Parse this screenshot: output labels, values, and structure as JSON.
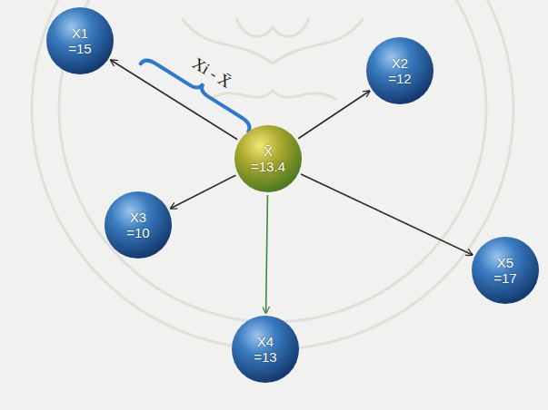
{
  "diagram": {
    "nodes": [
      {
        "text": [
          "X1 =15"
        ]
      },
      {
        "text": [
          "X2 =12"
        ]
      },
      {
        "text": [
          "X̄ =13.4"
        ]
      },
      {
        "text": [
          "X3 =10"
        ]
      },
      {
        "text": [
          "X5 =17"
        ]
      },
      {
        "text": [
          "X4 =13"
        ]
      }
    ],
    "edges": [
      {
        "from": 2,
        "to": 0,
        "arrow": "to"
      },
      {
        "from": 2,
        "to": 1,
        "arrow": "to"
      },
      {
        "from": 2,
        "to": 3,
        "arrow": "to"
      },
      {
        "from": 2,
        "to": 4,
        "arrow": "to"
      },
      {
        "from": 2,
        "to": 5,
        "arrow": "to"
      }
    ],
    "labels": [
      "Xi - X̄"
    ]
  }
}
